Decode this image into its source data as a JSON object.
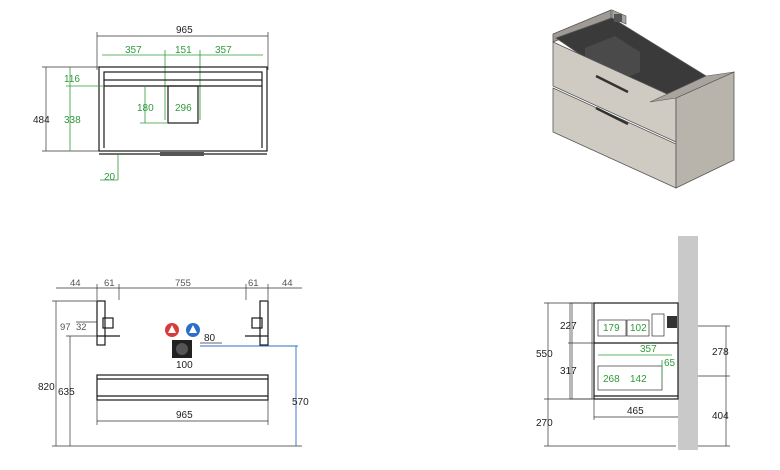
{
  "top_view": {
    "overall_width": "965",
    "section_left": "357",
    "section_center": "151",
    "section_right": "357",
    "depth": "484",
    "top_depth": "116",
    "lower_depth": "338",
    "cutout_height": "180",
    "cutout_width": "296",
    "overhang": "20"
  },
  "front_view": {
    "left_gap": "44",
    "left_bracket": "61",
    "inner_width": "755",
    "right_bracket": "61",
    "right_gap": "44",
    "bracket_height": "97",
    "bracket_offset": "32",
    "outlet_width": "80",
    "drain_width": "100",
    "total_height": "820",
    "cabinet_height": "635",
    "water_height": "570",
    "base_width": "965"
  },
  "side_view": {
    "upper_drawer": "227",
    "upper_inner_a": "179",
    "upper_inner_b": "102",
    "drawer_depth": "357",
    "side_height": "550",
    "lower_drawer": "317",
    "lower_inner_a": "268",
    "lower_inner_b": "142",
    "lower_offset": "65",
    "wall_upper": "278",
    "floor_gap": "270",
    "cabinet_depth": "465",
    "wall_lower": "404"
  },
  "colors": {
    "dimension_line": "#1a1a1a",
    "green_dimension": "#2e9a3a",
    "blue_dimension": "#2b6fc9",
    "hot_marker": "#d93a3a",
    "cold_marker": "#2b6fc9",
    "wall": "#c9c9c9",
    "cabinet_body": "#b8b4ac",
    "cabinet_front": "#cfcbc3"
  }
}
